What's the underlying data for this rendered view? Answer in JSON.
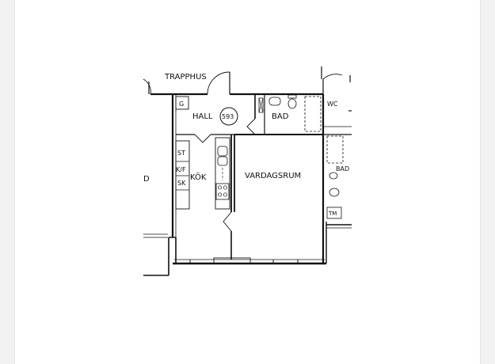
{
  "plan": {
    "labels": {
      "trapphus": "TRAPPHUS",
      "hall": "HALL",
      "apartment_number": "593",
      "bad": "BAD",
      "wc": "WC",
      "kok": "KÖK",
      "vardagsrum": "VARDAGSRUM",
      "g": "G",
      "st": "ST",
      "kf": "K/F",
      "sk": "SK",
      "neighbor_left": "D",
      "neighbor_bad": "BAD",
      "tm": "TM"
    },
    "colors": {
      "line": "#111111",
      "background": "#ffffff"
    }
  }
}
